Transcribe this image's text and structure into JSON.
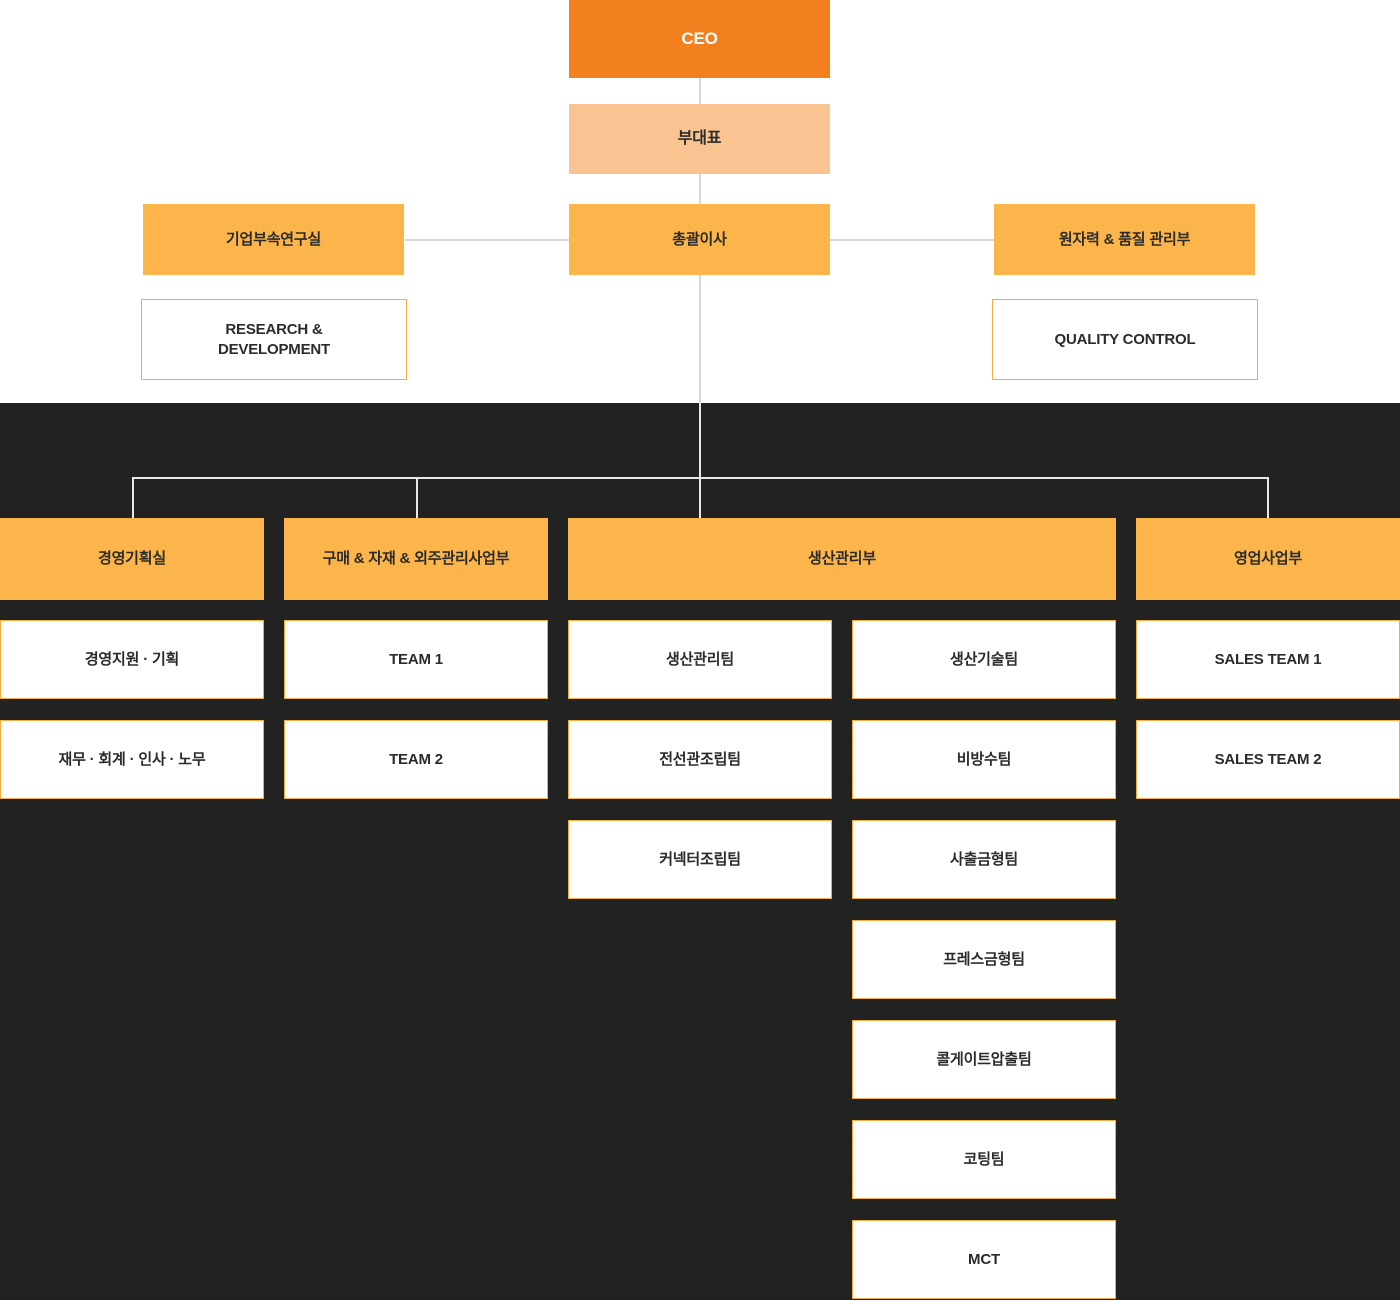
{
  "chart_data": {
    "type": "diagram",
    "title": "Organization Chart",
    "colors": {
      "ceo_bg": "#F2801F",
      "vice_bg": "#F9C492",
      "dept_bg": "#FBB54B",
      "leaf_border": "#F3AE3F",
      "leaf_bg": "#FFFFFF",
      "panel_bg": "#222222",
      "line": "#D8D8D8",
      "text_dark": "#2B2B2B",
      "text_light": "#FFFFFF"
    }
  },
  "top": {
    "ceo": "CEO",
    "vice_representative": "부대표",
    "general_director": "총괄이사",
    "left_branch": {
      "header": "기업부속연구실",
      "sub": "RESEARCH &\nDEVELOPMENT",
      "sub_line1": "RESEARCH &",
      "sub_line2": "DEVELOPMENT"
    },
    "right_branch": {
      "header": "원자력 & 품질 관리부",
      "sub": "QUALITY CONTROL"
    }
  },
  "departments": [
    {
      "id": "planning",
      "header": "경영기획실",
      "teams": [
        "경영지원 · 기획",
        "재무 · 회계 · 인사 · 노무"
      ]
    },
    {
      "id": "purchasing",
      "header": "구매 & 자재 & 외주관리사업부",
      "teams": [
        "TEAM 1",
        "TEAM 2"
      ]
    },
    {
      "id": "production",
      "header": "생산관리부",
      "teams_left": [
        "생산관리팀",
        "전선관조립팀",
        "커넥터조립팀"
      ],
      "teams_right": [
        "생산기술팀",
        "비방수팀",
        "사출금형팀",
        "프레스금형팀",
        "콜게이트압출팀",
        "코팅팀",
        "MCT"
      ]
    },
    {
      "id": "sales",
      "header": "영업사업부",
      "teams": [
        "SALES TEAM 1",
        "SALES TEAM 2"
      ]
    }
  ]
}
